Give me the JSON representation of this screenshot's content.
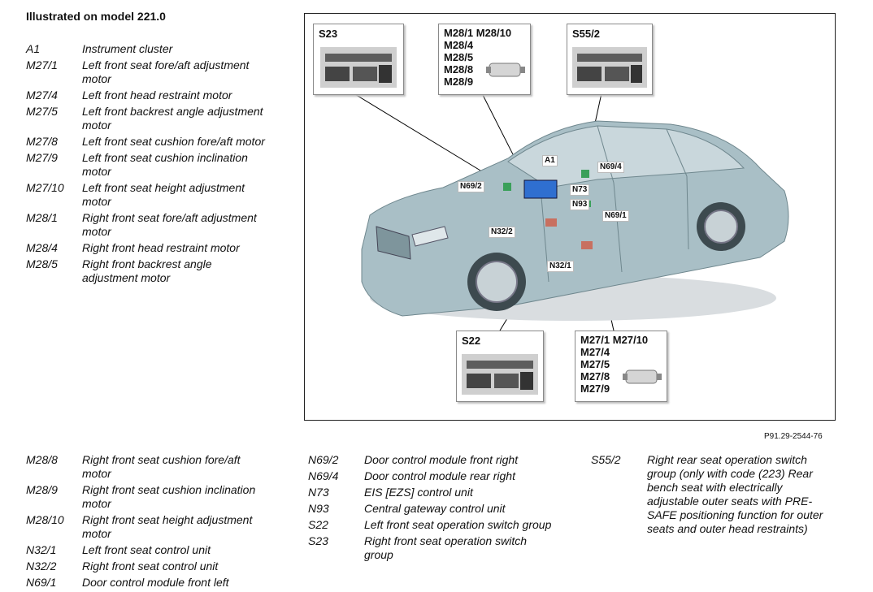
{
  "heading": "Illustrated on model 221.0",
  "legend_top": [
    {
      "code": "A1",
      "desc": "Instrument cluster"
    },
    {
      "code": "M27/1",
      "desc": "Left front seat fore/aft adjustment motor"
    },
    {
      "code": "M27/4",
      "desc": "Left front head restraint motor"
    },
    {
      "code": "M27/5",
      "desc": "Left front backrest angle adjustment motor"
    },
    {
      "code": "M27/8",
      "desc": "Left front seat cushion fore/aft motor"
    },
    {
      "code": "M27/9",
      "desc": "Left front seat cushion inclination motor"
    },
    {
      "code": "M27/10",
      "desc": "Left front seat height adjustment motor"
    },
    {
      "code": "M28/1",
      "desc": "Right front seat fore/aft adjustment motor"
    },
    {
      "code": "M28/4",
      "desc": "Right front head restraint motor"
    },
    {
      "code": "M28/5",
      "desc": "Right front backrest angle adjustment motor"
    }
  ],
  "legend_bottom_1": [
    {
      "code": "M28/8",
      "desc": "Right front seat cushion fore/aft motor"
    },
    {
      "code": "M28/9",
      "desc": "Right front seat cushion inclination motor"
    },
    {
      "code": "M28/10",
      "desc": "Right front seat height adjustment motor"
    },
    {
      "code": "N32/1",
      "desc": "Left front seat control unit"
    },
    {
      "code": "N32/2",
      "desc": "Right front seat control unit"
    },
    {
      "code": "N69/1",
      "desc": "Door control module front left"
    }
  ],
  "legend_bottom_2": [
    {
      "code": "N69/2",
      "desc": "Door control module front right"
    },
    {
      "code": "N69/4",
      "desc": "Door control module rear right"
    },
    {
      "code": "N73",
      "desc": "EIS [EZS] control unit"
    },
    {
      "code": "N93",
      "desc": "Central gateway control unit"
    },
    {
      "code": "S22",
      "desc": "Left front seat operation switch group"
    },
    {
      "code": "S23",
      "desc": "Right front seat operation switch group"
    }
  ],
  "legend_bottom_3": [
    {
      "code": "S55/2",
      "desc": "Right rear seat operation switch group (only with code (223) Rear bench seat with electrically adjustable outer seats with PRE-SAFE positioning function for outer seats and outer head restraints)"
    }
  ],
  "figure": {
    "reference": "P91.29-2544-76",
    "callouts": {
      "s23": "S23",
      "s55_2": "S55/2",
      "s22": "S22",
      "m28_lines": [
        "M28/1  M28/10",
        "M28/4",
        "M28/5",
        "M28/8",
        "M28/9"
      ],
      "m27_lines": [
        "M27/1  M27/10",
        "M27/4",
        "M27/5",
        "M27/8",
        "M27/9"
      ]
    },
    "labels": {
      "a1": "A1",
      "n69_4": "N69/4",
      "n69_2": "N69/2",
      "n73": "N73",
      "n93": "N93",
      "n69_1": "N69/1",
      "n32_2": "N32/2",
      "n32_1": "N32/1"
    },
    "colors": {
      "car_body": "#a9bfc6",
      "car_dark": "#7e959c",
      "module_blue": "#2f6fd0",
      "callout_border": "#8a8a8a"
    }
  }
}
